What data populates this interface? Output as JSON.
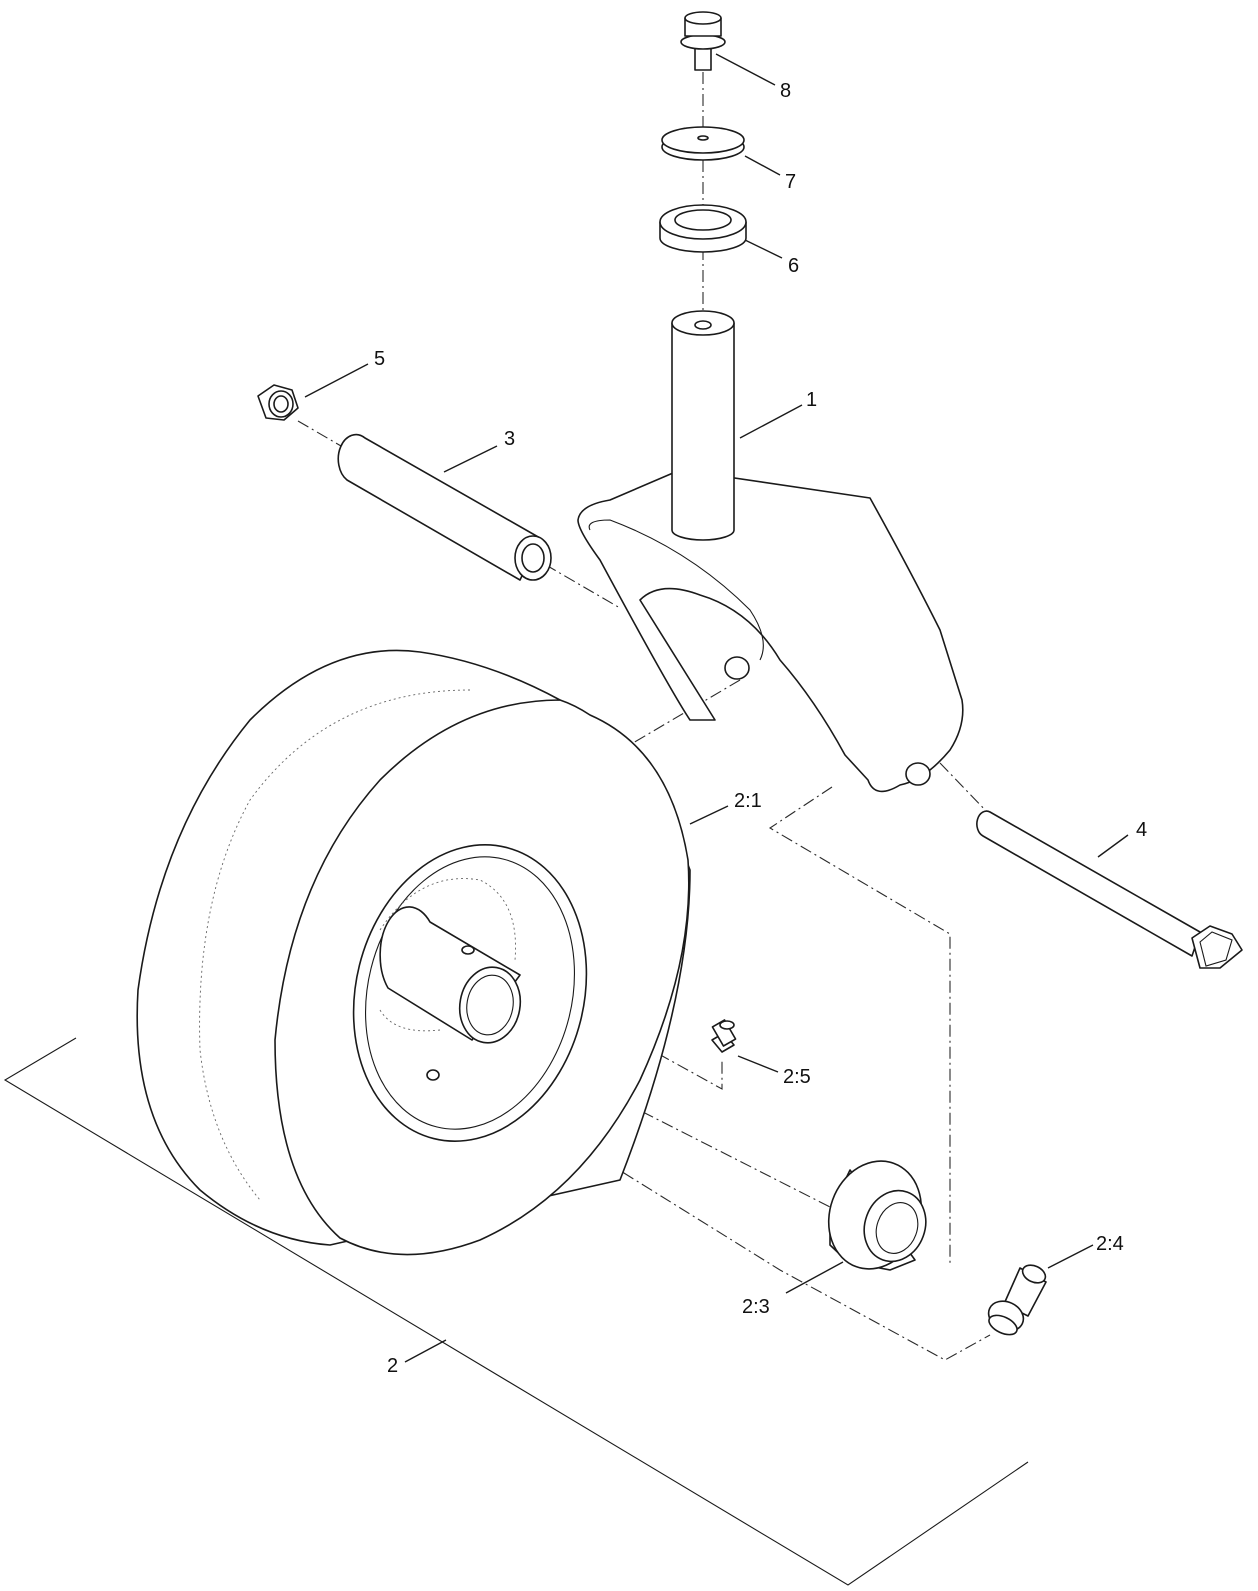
{
  "callouts": {
    "c1": "1",
    "c2": "2",
    "c3": "3",
    "c4": "4",
    "c5": "5",
    "c6": "6",
    "c7": "7",
    "c8": "8",
    "c2_1": "2:1",
    "c2_3": "2:3",
    "c2_4": "2:4",
    "c2_5": "2:5"
  }
}
